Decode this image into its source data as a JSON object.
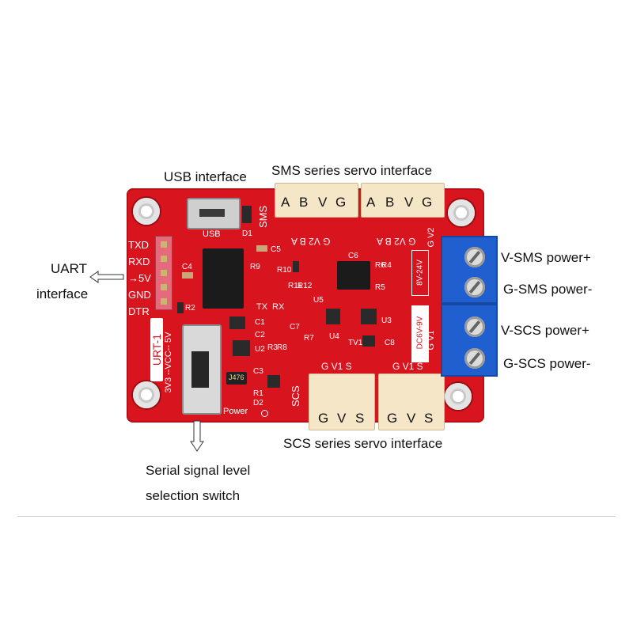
{
  "callouts": {
    "usb": "USB interface",
    "sms": "SMS series servo interface",
    "uart_line1": "UART",
    "uart_line2": "interface",
    "v_sms": "V-SMS  power+",
    "g_sms": "G-SMS power-",
    "v_scs": "V-SCS power+",
    "g_scs": "G-SCS power-",
    "scs": "SCS series servo interface",
    "switch_line1": "Serial signal level",
    "switch_line2": "selection switch"
  },
  "connector_pins": {
    "sms_left": [
      "A",
      "B",
      "V",
      "G"
    ],
    "sms_right": [
      "A",
      "B",
      "V",
      "G"
    ],
    "scs_left": [
      "G",
      "V",
      "S"
    ],
    "scs_right": [
      "G",
      "V",
      "S"
    ]
  },
  "silkscreen": {
    "sms": "SMS",
    "scs": "SCS",
    "usb": "USB",
    "d1": "D1",
    "sms_pins_left": "G V2 B A",
    "sms_pins_right": "G V2 B A",
    "uart_pins": [
      "TXD",
      "RXD",
      "→5V",
      "GND",
      "DTR"
    ],
    "c4": "C4",
    "c5": "C5",
    "c6": "C6",
    "r2": "R2",
    "r9": "R9",
    "r10": "R10",
    "r11": "R11",
    "r12": "R12",
    "tx": "TX",
    "rx": "RX",
    "u5": "U5",
    "r6": "R6",
    "r4": "R4",
    "r5": "R5",
    "c7": "C7",
    "r7": "R7",
    "u3": "U3",
    "u4": "U4",
    "tv1": "TV1",
    "c8": "C8",
    "c1": "C1",
    "c2": "C2",
    "u2": "U2",
    "r3": "R3",
    "c3": "C3",
    "r8": "R8",
    "r1": "R1",
    "d2": "D2",
    "power": "Power",
    "switch_label": "3V3 --VCC-- 5V",
    "board_name": "URT-1",
    "dc_8_24": "8V-24V",
    "dc_6_9": "DC6V-9V",
    "g_v2": "G  V2",
    "g_v1": "G  V1",
    "scs_top_left": "G V1 S",
    "scs_top_right": "G V1 S",
    "j476": "J476"
  }
}
